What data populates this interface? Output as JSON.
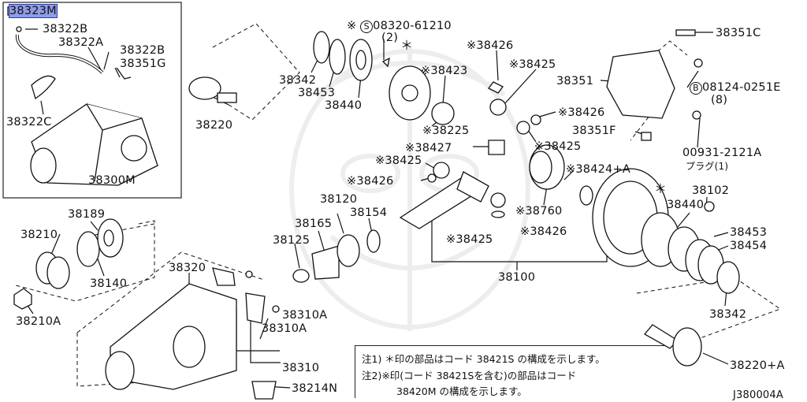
{
  "parts": {
    "p38323M": "38323M",
    "p38322B_top": "38322B",
    "p38322A": "38322A",
    "p38322B_right": "38322B",
    "p38351G": "38351G",
    "p38322C": "38322C",
    "p38300M": "38300M",
    "p38220": "38220",
    "p38342_top": "38342",
    "p38453_top": "38453",
    "p38440_top": "38440",
    "p08320": "08320-61210",
    "p08320_qty": "(2)",
    "p38426_a": "38426",
    "p38425_a": "38425",
    "p38423": "38423",
    "p38426_b": "38426",
    "p38225": "38225",
    "p38425_b": "38425",
    "p38427": "38427",
    "p38425_c": "38425",
    "p38426_c": "38426",
    "p38424A": "38424+A",
    "p38760": "38760",
    "p38425_d": "38425",
    "p38426_d": "38426",
    "p38351C": "38351C",
    "p38351": "38351",
    "p08124": "08124-0251E",
    "p08124_qty": "(8)",
    "p38351F": "38351F",
    "p00931": "00931-2121A",
    "p00931_sub": "プラグ(1)",
    "p38120": "38120",
    "p38165": "38165",
    "p38154": "38154",
    "p38125": "38125",
    "p38100": "38100",
    "p38189": "38189",
    "p38210": "38210",
    "p38140": "38140",
    "p38210A": "38210A",
    "p38320": "38320",
    "p38310A_a": "38310A",
    "p38310A_b": "38310A",
    "p38310": "38310",
    "p38214N": "38214N",
    "p38102": "38102",
    "p38440_r": "38440",
    "p38453_r": "38453",
    "p38454": "38454",
    "p38342_r": "38342",
    "p38220A": "38220+A"
  },
  "markers": {
    "kome": "※",
    "asterisk": "＊",
    "circle_s": "S",
    "circle_b": "B"
  },
  "notes": {
    "line1": "注1) ＊印の部品はコード 38421S の構成を示します。",
    "line2": "注2)※印(コード 38421Sを含む)の部品はコード",
    "line3": "38420M の構成を示します。"
  },
  "diagram_id": "J380004A",
  "highlight_color": "#8f9de6"
}
